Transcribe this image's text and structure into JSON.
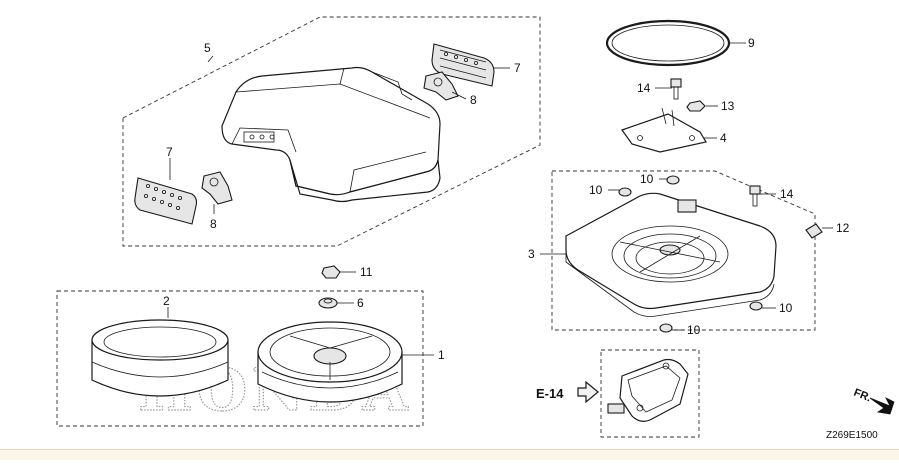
{
  "diagram": {
    "brand_watermark": "HONDA",
    "drawing_code": "Z269E1500",
    "reference": {
      "label": "E-14"
    },
    "direction": {
      "label": "FR."
    },
    "callouts": [
      {
        "id": "c1",
        "text": "1"
      },
      {
        "id": "c2",
        "text": "2"
      },
      {
        "id": "c3",
        "text": "3"
      },
      {
        "id": "c4",
        "text": "4"
      },
      {
        "id": "c5",
        "text": "5"
      },
      {
        "id": "c6",
        "text": "6"
      },
      {
        "id": "c7a",
        "text": "7"
      },
      {
        "id": "c7b",
        "text": "7"
      },
      {
        "id": "c8a",
        "text": "8"
      },
      {
        "id": "c8b",
        "text": "8"
      },
      {
        "id": "c9",
        "text": "9"
      },
      {
        "id": "c10a",
        "text": "10"
      },
      {
        "id": "c10b",
        "text": "10"
      },
      {
        "id": "c10c",
        "text": "10"
      },
      {
        "id": "c10d",
        "text": "10"
      },
      {
        "id": "c11",
        "text": "11"
      },
      {
        "id": "c12",
        "text": "12"
      },
      {
        "id": "c13",
        "text": "13"
      },
      {
        "id": "c14a",
        "text": "14"
      },
      {
        "id": "c14b",
        "text": "14"
      }
    ]
  }
}
